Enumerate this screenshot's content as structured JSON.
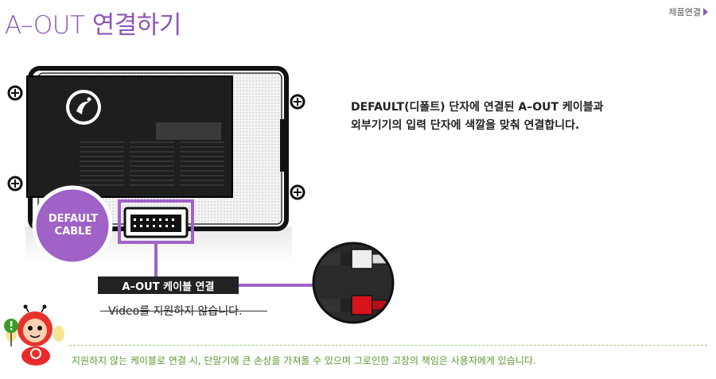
{
  "header": {
    "title": "A–OUT 연결하기",
    "nav_link": "제품연결"
  },
  "description": {
    "line1": "DEFAULT(디폴트) 단자에 연결된 A–OUT 케이블과",
    "line2": "외부기기의 입력 단자에 색깔을 맞춰 연결합니다."
  },
  "badge": {
    "line1": "DEFAULT",
    "line2": "CABLE"
  },
  "cable_label": "A–OUT 케이블 연결",
  "note": "Video를 지원하지 않습니다.",
  "warning": "지원하지 않는 케이블로 연결 시, 단말기에 큰 손상을 가져올 수 있으며 그로인한 고장의 책임은 사용자에게 있습니다.",
  "colors": {
    "accent": "#8e56b8",
    "warning_text": "#5a9a2e",
    "device_body": "#222222",
    "rca_white": "#eeeeee",
    "rca_red": "#d6141b"
  }
}
